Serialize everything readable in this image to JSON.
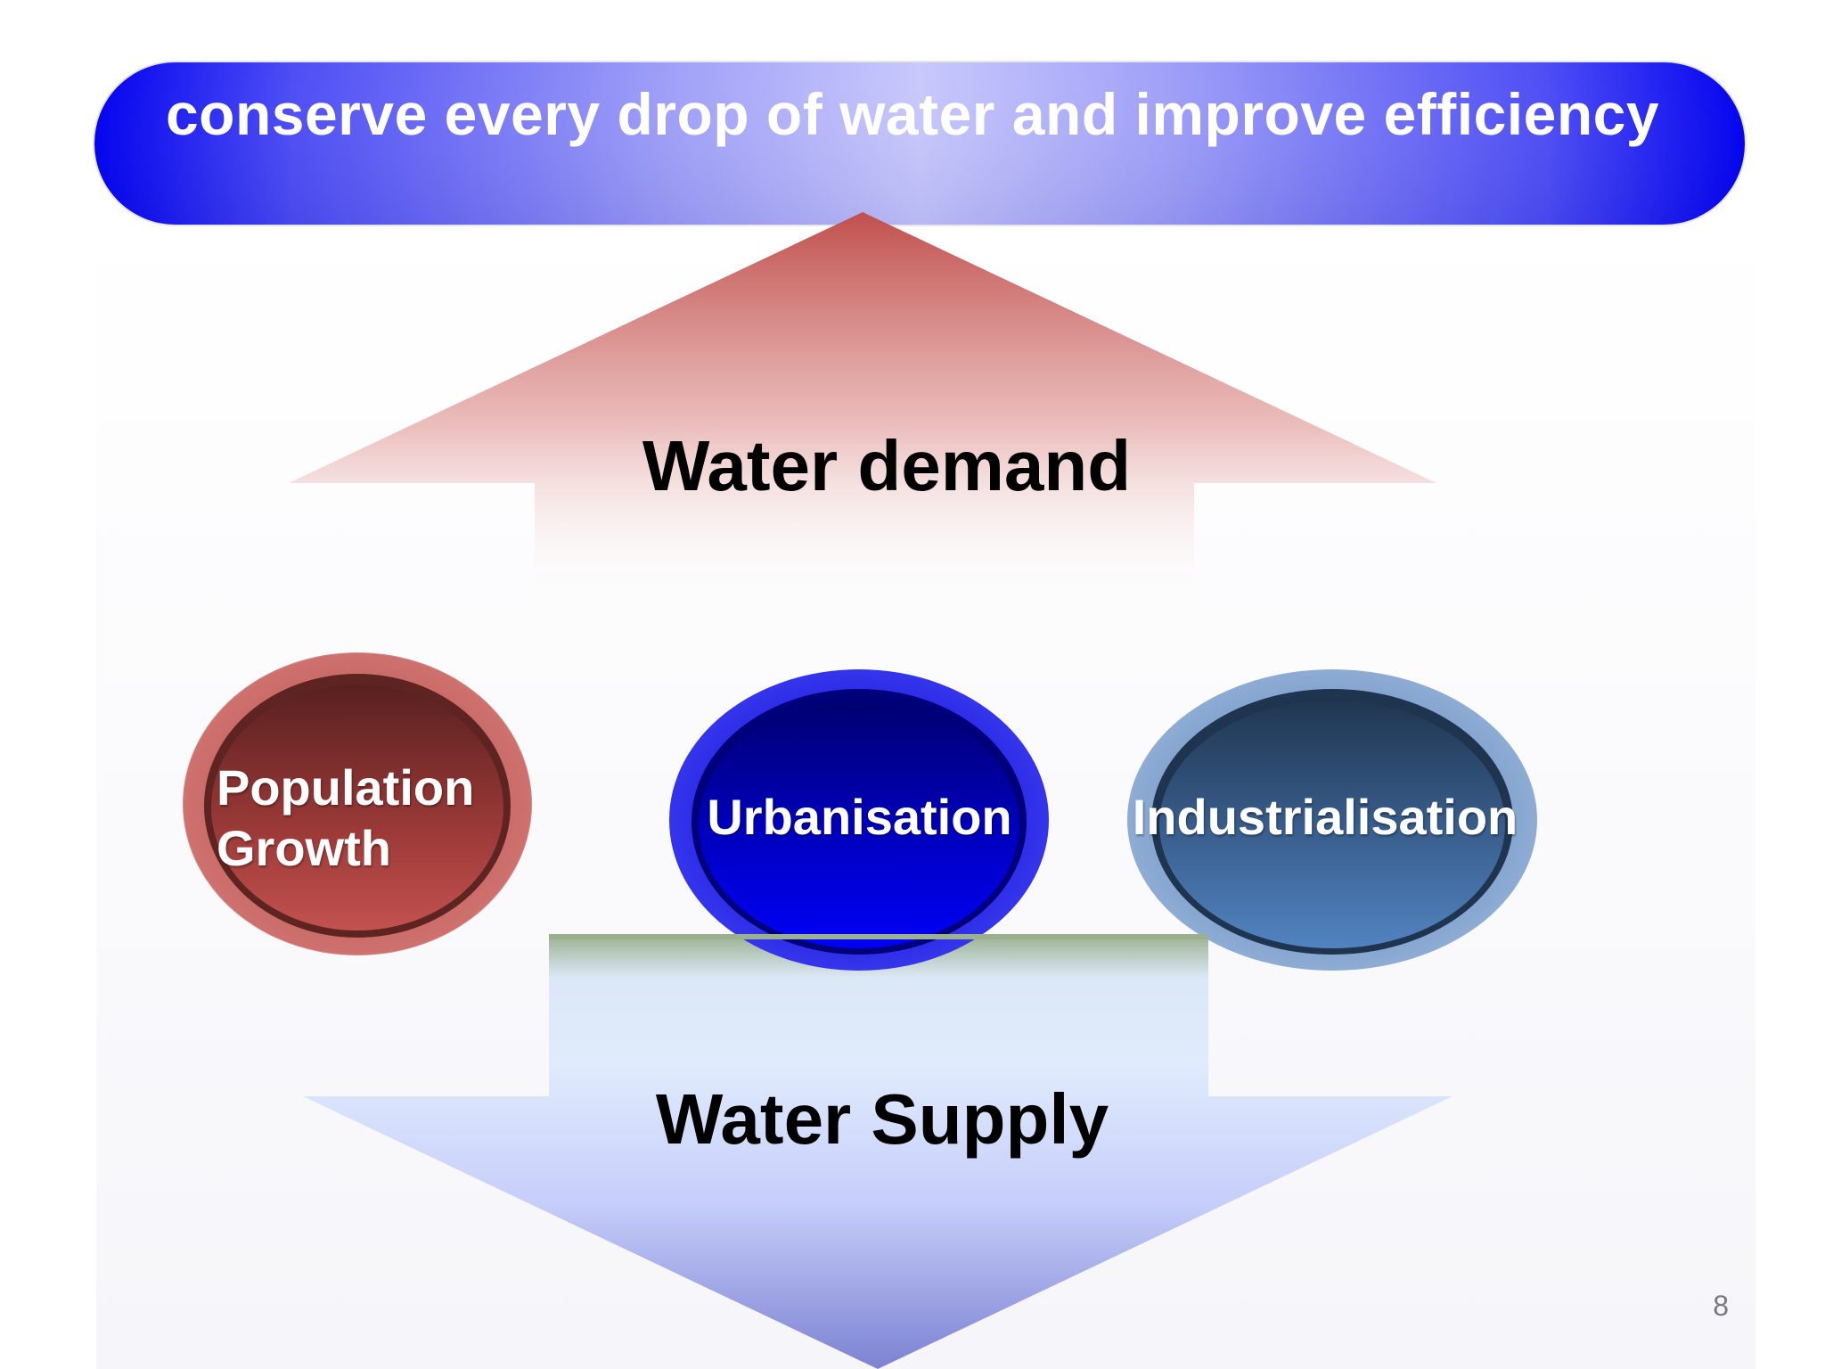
{
  "banner": {
    "text": "conserve every drop of water and improve efficiency"
  },
  "demand_arrow": {
    "label": "Water demand",
    "color": "#c0504d"
  },
  "supply_arrow": {
    "label": "Water Supply",
    "color": "#6d74d8"
  },
  "drivers": [
    {
      "label": "Population Growth",
      "color": "#c0504d"
    },
    {
      "label": "Urbanisation",
      "color": "#0000e0"
    },
    {
      "label": "Industrialisation",
      "color": "#4f81bd"
    }
  ],
  "page_number": "8"
}
